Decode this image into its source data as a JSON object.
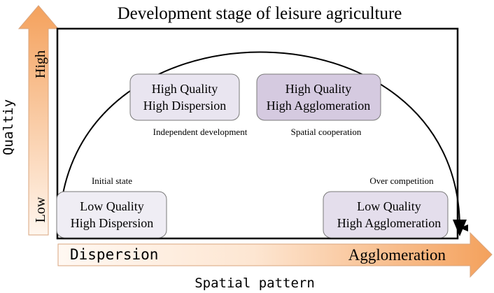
{
  "title": "Development stage of leisure agriculture",
  "y_axis": {
    "label": "Qualtiy",
    "high": "High",
    "low": "Low"
  },
  "x_axis": {
    "label": "Spatial pattern",
    "left": "Dispersion",
    "right": "Agglomeration"
  },
  "stages": [
    {
      "line1": "Low Quality",
      "line2": "High Dispersion",
      "caption": "Initial state",
      "fill": "#efedf4"
    },
    {
      "line1": "High Quality",
      "line2": "High Dispersion",
      "caption": "Independent development",
      "fill": "#e9e5f0"
    },
    {
      "line1": "High Quality",
      "line2": "High Agglomeration",
      "caption": "Spatial cooperation",
      "fill": "#d5cae0"
    },
    {
      "line1": "Low Quality",
      "line2": "High Agglomeration",
      "caption": "Over competition",
      "fill": "#e4deec"
    }
  ],
  "colors": {
    "arrow_orange": "#f4a15c",
    "arrow_light": "#fff6ee",
    "box_stroke": "#7a7a7a",
    "line": "#000000"
  }
}
